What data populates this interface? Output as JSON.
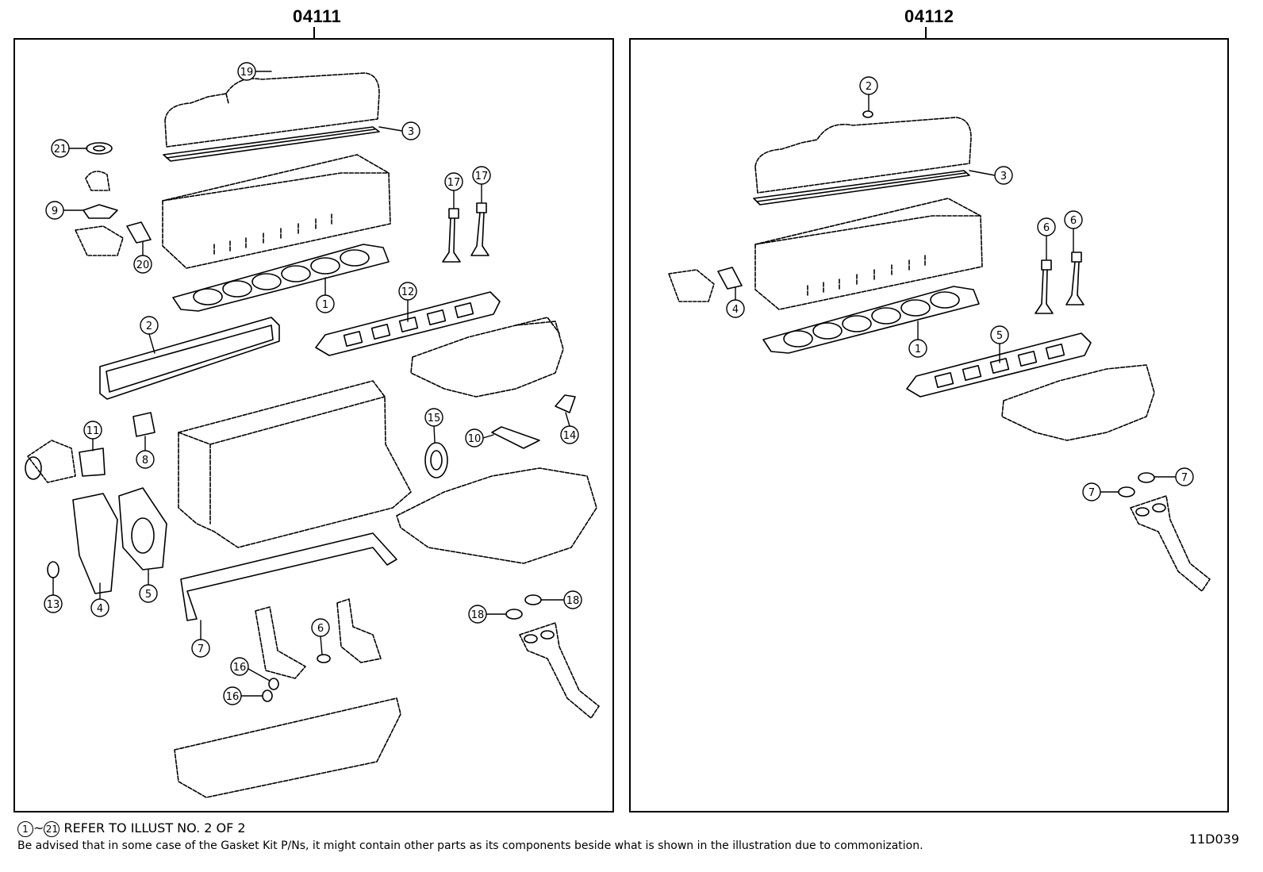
{
  "kits": [
    {
      "code": "04111",
      "callouts": [
        "19",
        "3",
        "21",
        "9",
        "20",
        "17",
        "17",
        "1",
        "12",
        "2",
        "11",
        "8",
        "15",
        "10",
        "14",
        "13",
        "4",
        "5",
        "7",
        "6",
        "16",
        "16",
        "18",
        "18"
      ]
    },
    {
      "code": "04112",
      "callouts": [
        "2",
        "3",
        "6",
        "6",
        "4",
        "1",
        "5",
        "7",
        "7"
      ]
    }
  ],
  "footer": {
    "range_start": "1",
    "range_sep": "~",
    "range_end": "21",
    "note": "REFER TO ILLUST NO. 2 OF 2",
    "disclaimer": "Be advised that in some case of the Gasket Kit P/Ns,  it might contain other parts as its components beside what is shown in the illustration due to commonization.",
    "figure_code": "11D039"
  }
}
